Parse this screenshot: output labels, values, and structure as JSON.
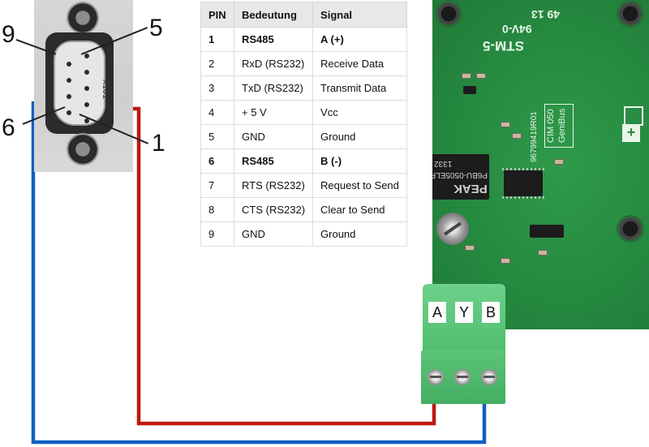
{
  "connector": {
    "pin_callouts": [
      "9",
      "5",
      "6",
      "1"
    ],
    "marking": "X101"
  },
  "table": {
    "headers": [
      "PIN",
      "Bedeutung",
      "Signal"
    ],
    "rows": [
      {
        "pin": "1",
        "bedeutung": "RS485",
        "signal": "A (+)",
        "bold": true
      },
      {
        "pin": "2",
        "bedeutung": "RxD (RS232)",
        "signal": "Receive Data",
        "bold": false
      },
      {
        "pin": "3",
        "bedeutung": "TxD (RS232)",
        "signal": "Transmit Data",
        "bold": false
      },
      {
        "pin": "4",
        "bedeutung": "+ 5 V",
        "signal": "Vcc",
        "bold": false
      },
      {
        "pin": "5",
        "bedeutung": "GND",
        "signal": "Ground",
        "bold": false
      },
      {
        "pin": "6",
        "bedeutung": "RS485",
        "signal": "B (-)",
        "bold": true
      },
      {
        "pin": "7",
        "bedeutung": "RTS (RS232)",
        "signal": "Request to Send",
        "bold": false
      },
      {
        "pin": "8",
        "bedeutung": "CTS (RS232)",
        "signal": "Clear to Send",
        "bold": false
      },
      {
        "pin": "9",
        "bedeutung": "GND",
        "signal": "Ground",
        "bold": false
      }
    ]
  },
  "board": {
    "silk_model": "STM-5",
    "silk_rating": "94V-0",
    "silk_date": "49 13",
    "silk_part": "96799419R01",
    "silk_name": "CIM 050",
    "silk_bus": "GeniBus",
    "silk_plus": "+",
    "chip_brand": "PEAK",
    "chip_part": "P6BU-0505ELF",
    "chip_code": "1332"
  },
  "terminal": {
    "labels": [
      "A",
      "Y",
      "B"
    ]
  },
  "colors": {
    "wire_a": "#c0170f",
    "wire_b": "#1160c0"
  }
}
